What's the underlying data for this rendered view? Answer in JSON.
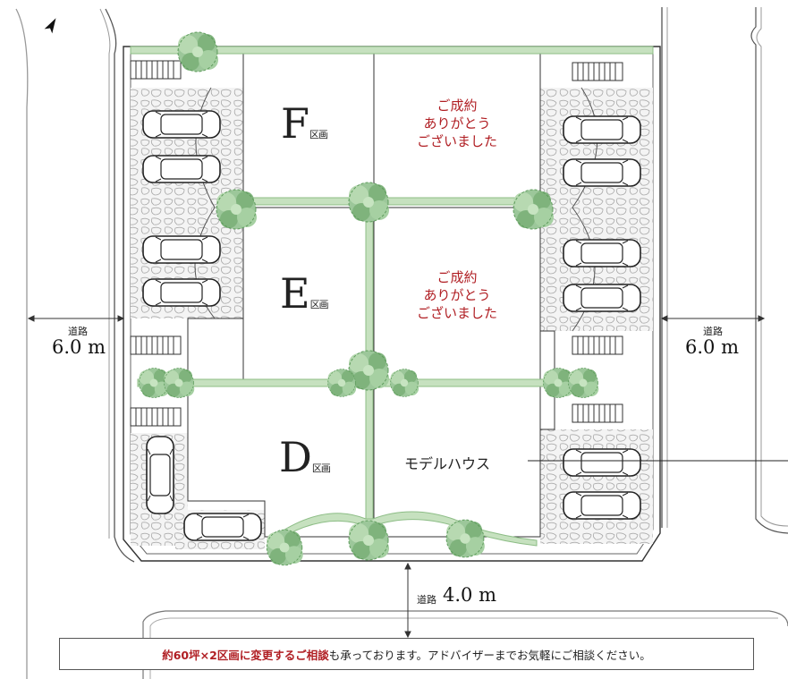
{
  "lots": {
    "F": {
      "letter": "F",
      "suffix": "区画",
      "status": [
        "ご成約",
        "ありがとう",
        "ございました"
      ]
    },
    "E": {
      "letter": "E",
      "suffix": "区画",
      "status": [
        "ご成約",
        "ありがとう",
        "ございました"
      ]
    },
    "D": {
      "letter": "D",
      "suffix": "区画",
      "model_house": "モデルハウス"
    }
  },
  "roads": {
    "left": {
      "name": "道路",
      "width": "6.0 m"
    },
    "right": {
      "name": "道路",
      "width": "6.0 m"
    },
    "bottom": {
      "name": "道路",
      "width": "4.0 m"
    }
  },
  "notice": {
    "highlight": "約60坪×2区画に変更するご相談",
    "rest": "も承っております。アドバイザーまでお気軽にご相談ください。"
  },
  "colors": {
    "sold_text": "#b01e23",
    "green_path": "#a9cfa2",
    "tree": "#86b884",
    "line": "#333333"
  },
  "icons": {
    "north": "north-arrow-icon",
    "tree": "tree-icon",
    "car": "car-icon",
    "stairs": "stairs-icon"
  }
}
